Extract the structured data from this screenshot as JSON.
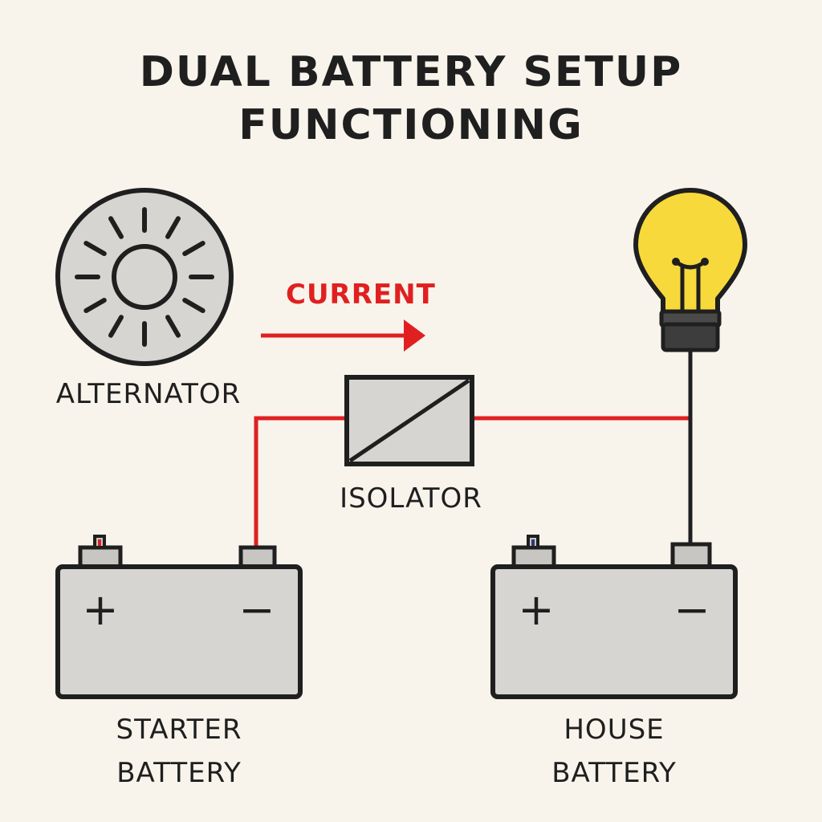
{
  "title_line1": "DUAL BATTERY SETUP",
  "title_line2": "FUNCTIONING",
  "labels": {
    "alternator": "ALTERNATOR",
    "current": "CURRENT",
    "isolator": "ISOLATOR",
    "starter_battery_line1": "STARTER",
    "starter_battery_line2": "BATTERY",
    "house_battery_line1": "HOUSE",
    "house_battery_line2": "BATTERY"
  },
  "terminal_symbols": {
    "positive": "+",
    "negative": "−"
  },
  "colors": {
    "background": "#f8f4ec",
    "wire_red": "#e02020",
    "wire_dark": "#1f1f1f",
    "component_fill": "#d6d5d1",
    "terminal_fill": "#c7c6c2",
    "bulb_yellow": "#f7d93b",
    "bulb_base": "#4a4a4a"
  },
  "icons": [
    "alternator-icon",
    "isolator-icon",
    "light-bulb-icon",
    "battery-icon"
  ]
}
